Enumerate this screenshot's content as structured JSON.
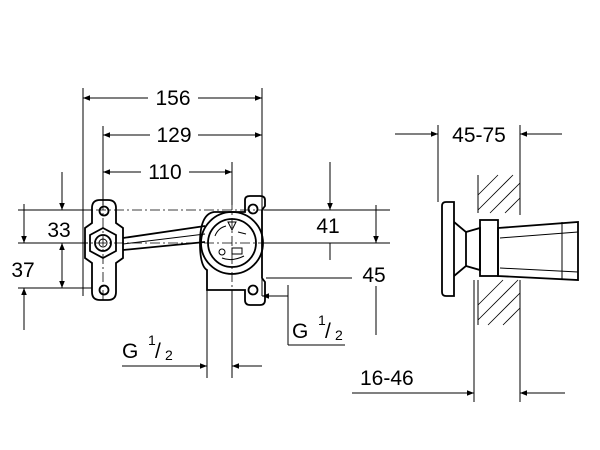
{
  "dimensions": {
    "overall_width": "156",
    "mount_width": "129",
    "center_distance": "110",
    "left_upper_height": "33",
    "left_lower_height": "37",
    "right_upper_height": "41",
    "right_lower_height": "45",
    "wall_depth_range": "45-75",
    "projection_range": "16-46"
  },
  "threads": {
    "left": {
      "prefix": "G",
      "numerator": "1",
      "denominator": "2"
    },
    "right": {
      "prefix": "G",
      "numerator": "1",
      "denominator": "2"
    }
  },
  "icons": {
    "left_port": "hexagon-port-icon",
    "right_port": "hot-cold-valve-icon"
  }
}
